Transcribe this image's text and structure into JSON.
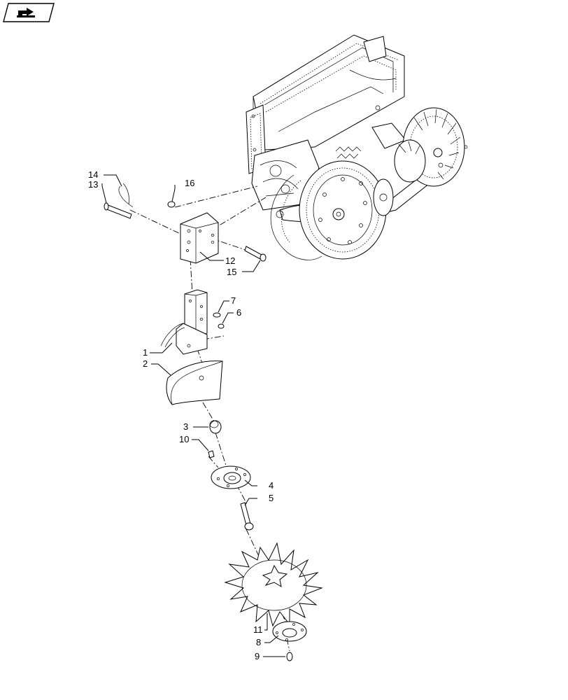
{
  "callouts": [
    {
      "id": "14",
      "label": "14"
    },
    {
      "id": "13",
      "label": "13"
    },
    {
      "id": "16",
      "label": "16"
    },
    {
      "id": "12",
      "label": "12"
    },
    {
      "id": "15",
      "label": "15"
    },
    {
      "id": "7",
      "label": "7"
    },
    {
      "id": "6",
      "label": "6"
    },
    {
      "id": "1",
      "label": "1"
    },
    {
      "id": "2",
      "label": "2"
    },
    {
      "id": "3",
      "label": "3"
    },
    {
      "id": "10",
      "label": "10"
    },
    {
      "id": "4",
      "label": "4"
    },
    {
      "id": "5",
      "label": "5"
    },
    {
      "id": "11",
      "label": "11"
    },
    {
      "id": "8",
      "label": "8"
    },
    {
      "id": "9",
      "label": "9"
    }
  ],
  "icons": {
    "nav": "return-arrow-icon"
  }
}
